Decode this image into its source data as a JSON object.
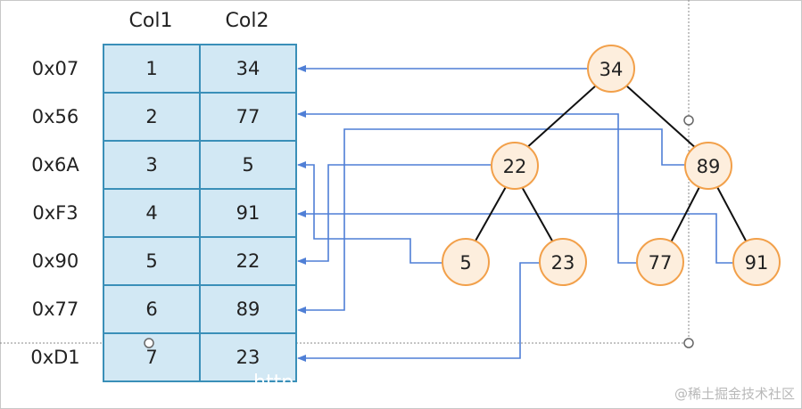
{
  "table": {
    "columns": [
      "Col1",
      "Col2"
    ],
    "rows": [
      {
        "address": "0x07",
        "col1": "1",
        "col2": "34"
      },
      {
        "address": "0x56",
        "col1": "2",
        "col2": "77"
      },
      {
        "address": "0x6A",
        "col1": "3",
        "col2": "5"
      },
      {
        "address": "0xF3",
        "col1": "4",
        "col2": "91"
      },
      {
        "address": "0x90",
        "col1": "5",
        "col2": "22"
      },
      {
        "address": "0x77",
        "col1": "6",
        "col2": "89"
      },
      {
        "address": "0xD1",
        "col1": "7",
        "col2": "23"
      }
    ]
  },
  "tree": {
    "root": "34",
    "level1": [
      "22",
      "89"
    ],
    "leaves": [
      "5",
      "23",
      "77",
      "91"
    ]
  },
  "colors": {
    "cell_fill": "#d2e8f4",
    "cell_border": "#3a8fb8",
    "node_fill": "#fdeedd",
    "node_border": "#f2a04a",
    "arrow": "#4f7fd6",
    "edge": "#111111"
  },
  "overlay_text": "http",
  "watermark": "@稀土掘金技术社区"
}
